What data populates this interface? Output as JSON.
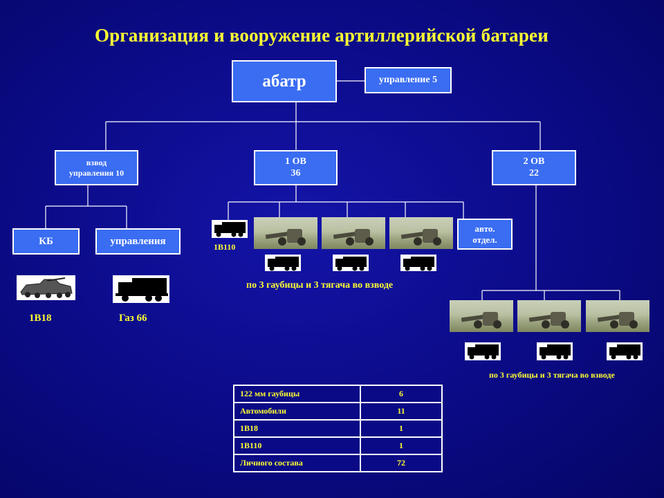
{
  "title": "Организация и вооружение  артиллерийской батареи",
  "org": {
    "root": "абатр",
    "root_side": "управление 5",
    "platoon_control": [
      "взвод",
      "управления 10"
    ],
    "fire_platoon_1": [
      "1 ОВ",
      "36"
    ],
    "fire_platoon_2": [
      "2 ОВ",
      "22"
    ],
    "kb": "КБ",
    "control": "управления",
    "auto_section": [
      "авто.",
      "отдел."
    ]
  },
  "labels": {
    "vehicle_1v18": "1В18",
    "vehicle_gaz66": "Газ 66",
    "vehicle_1v110": "1В110",
    "per_platoon_1": "по 3 гаубицы и 3 тягача во взводе",
    "per_platoon_2": "по 3 гаубицы и 3 тягача во взводе"
  },
  "table": {
    "rows": [
      {
        "name": "122 мм гаубицы",
        "value": "6"
      },
      {
        "name": "Автомобили",
        "value": "11"
      },
      {
        "name": "1В18",
        "value": "1"
      },
      {
        "name": "1В110",
        "value": "1"
      },
      {
        "name": "Личного состава",
        "value": "72"
      }
    ]
  },
  "colors": {
    "background": "#0c0c8c",
    "box_fill": "#3a6df2",
    "text_yellow": "#ffff33",
    "line": "#ffffff"
  },
  "icons": {
    "howitzer": "howitzer-photo",
    "truck": "truck-silhouette",
    "command_vehicle": "armored-vehicle-icon"
  }
}
